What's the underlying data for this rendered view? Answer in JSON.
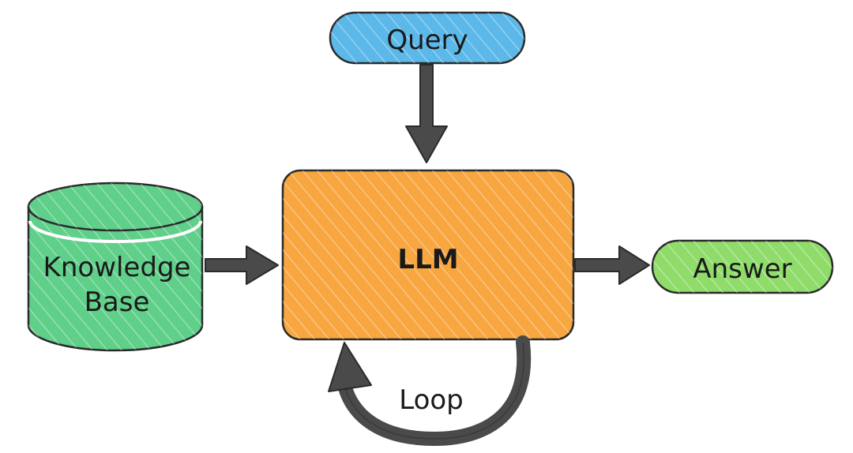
{
  "nodes": {
    "query": {
      "label": "Query",
      "color": "#5bb8e8"
    },
    "llm": {
      "label": "LLM",
      "color": "#f7a640"
    },
    "kb": {
      "line1": "Knowledge",
      "line2": "Base",
      "color": "#5fcf8a"
    },
    "answer": {
      "label": "Answer",
      "color": "#8fdc6a"
    }
  },
  "edges": {
    "loop_label": "Loop",
    "arrow_color": "#4a4a4a"
  }
}
